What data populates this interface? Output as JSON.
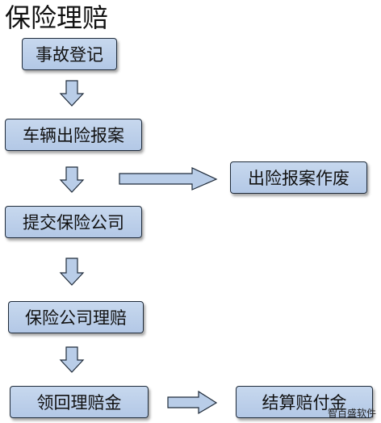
{
  "title": "保险理赔",
  "steps": {
    "register": "事故登记",
    "report": "车辆出险报案",
    "cancel": "出险报案作废",
    "submit": "提交保险公司",
    "claim": "保险公司理赔",
    "collect": "领回理赔金",
    "settle": "结算赔付金"
  },
  "colors": {
    "box_fill": "#b9cde8",
    "box_border": "#1f2b3a"
  },
  "watermark": "智百盛软件"
}
